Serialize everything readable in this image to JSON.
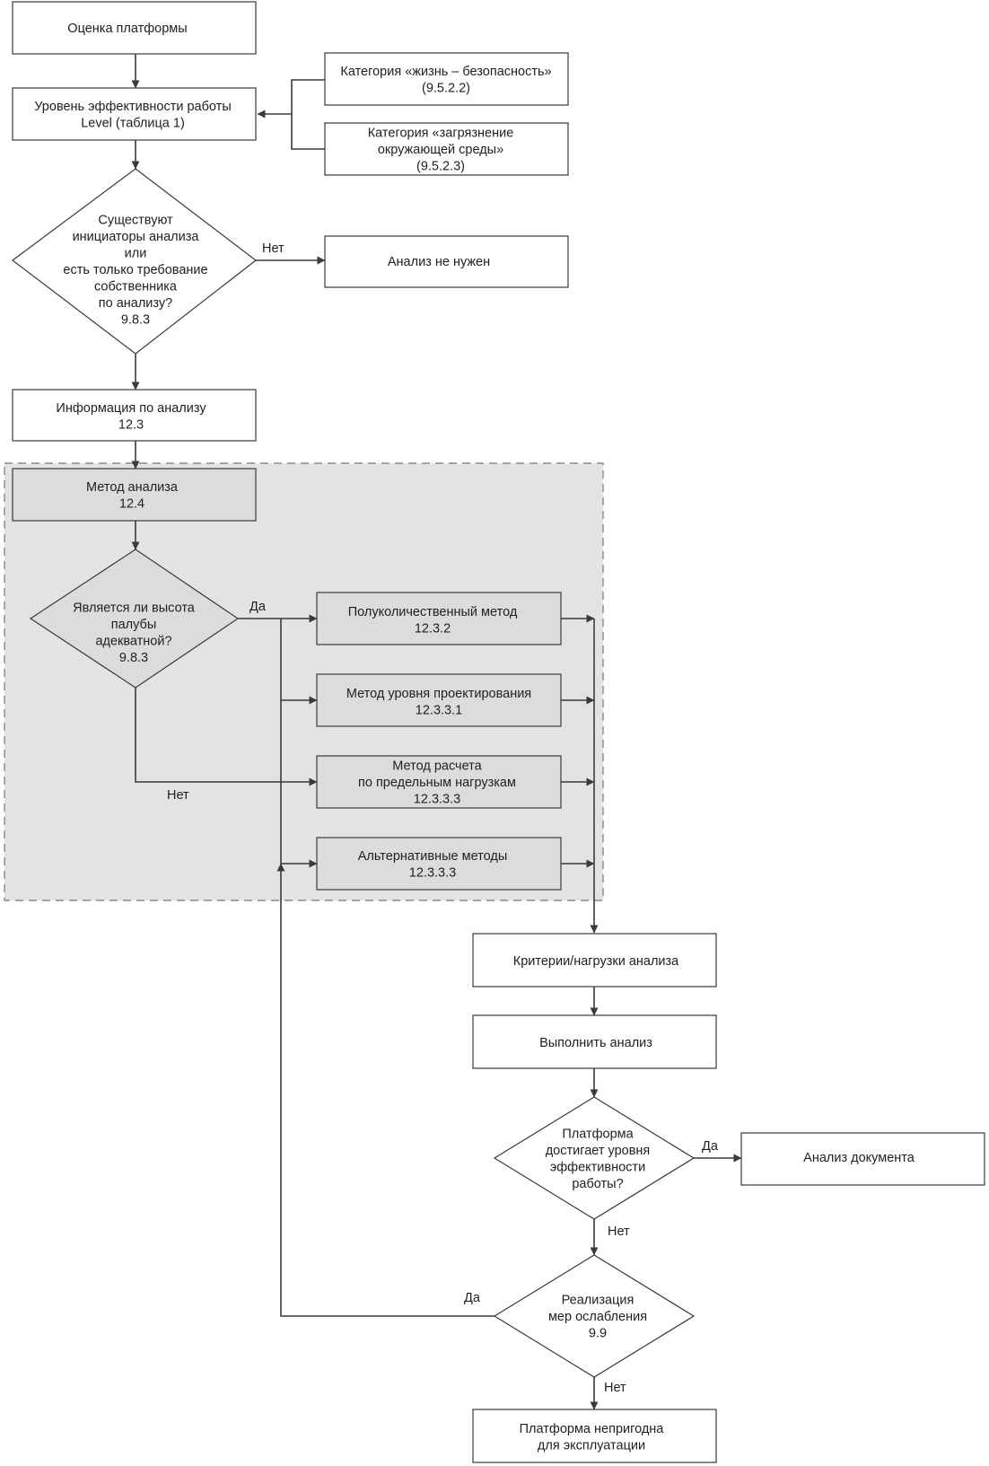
{
  "nodes": {
    "platform_assessment": {
      "lines": [
        "Оценка платформы"
      ]
    },
    "performance_level": {
      "lines": [
        "Уровень эффективности работы",
        "Level (таблица 1)"
      ]
    },
    "category_life_safety": {
      "lines": [
        "Категория «жизнь – безопасность»",
        "(9.5.2.2)"
      ]
    },
    "category_pollution": {
      "lines": [
        "Категория «загрязнение",
        "окружающей среды»",
        "(9.5.2.3)"
      ]
    },
    "decision_initiators": {
      "lines": [
        "Существуют",
        "инициаторы анализа",
        "или",
        "есть только требование",
        "собственника",
        "по анализу?",
        "9.8.3"
      ]
    },
    "analysis_not_needed": {
      "lines": [
        "Анализ не нужен"
      ]
    },
    "analysis_information": {
      "lines": [
        "Информация по анализу",
        "12.3"
      ]
    },
    "analysis_method": {
      "lines": [
        "Метод анализа",
        "12.4"
      ]
    },
    "decision_deck_height": {
      "lines": [
        "Является ли высота",
        "палубы",
        "адекватной?",
        "9.8.3"
      ]
    },
    "semi_quantitative_method": {
      "lines": [
        "Полуколичественный метод",
        "12.3.2"
      ]
    },
    "design_level_method": {
      "lines": [
        "Метод уровня проектирования",
        "12.3.3.1"
      ]
    },
    "ultimate_load_method": {
      "lines": [
        "Метод расчета",
        "по предельным нагрузкам",
        "12.3.3.3"
      ]
    },
    "alternative_methods": {
      "lines": [
        "Альтернативные методы",
        "12.3.3.3"
      ]
    },
    "analysis_criteria": {
      "lines": [
        "Критерии/нагрузки анализа"
      ]
    },
    "perform_analysis": {
      "lines": [
        "Выполнить анализ"
      ]
    },
    "decision_reaches_level": {
      "lines": [
        "Платформа",
        "достигает уровня",
        "эффективности",
        "работы?"
      ]
    },
    "document_analysis": {
      "lines": [
        "Анализ документа"
      ]
    },
    "decision_mitigation": {
      "lines": [
        "Реализация",
        "мер ослабления",
        "9.9"
      ]
    },
    "platform_unfit": {
      "lines": [
        "Платформа непригодна",
        "для эксплуатации"
      ]
    }
  },
  "edge_labels": {
    "initiators_no": "Нет",
    "deck_yes": "Да",
    "deck_no": "Нет",
    "reaches_yes": "Да",
    "reaches_no": "Нет",
    "mitigation_yes": "Да",
    "mitigation_no": "Нет"
  }
}
